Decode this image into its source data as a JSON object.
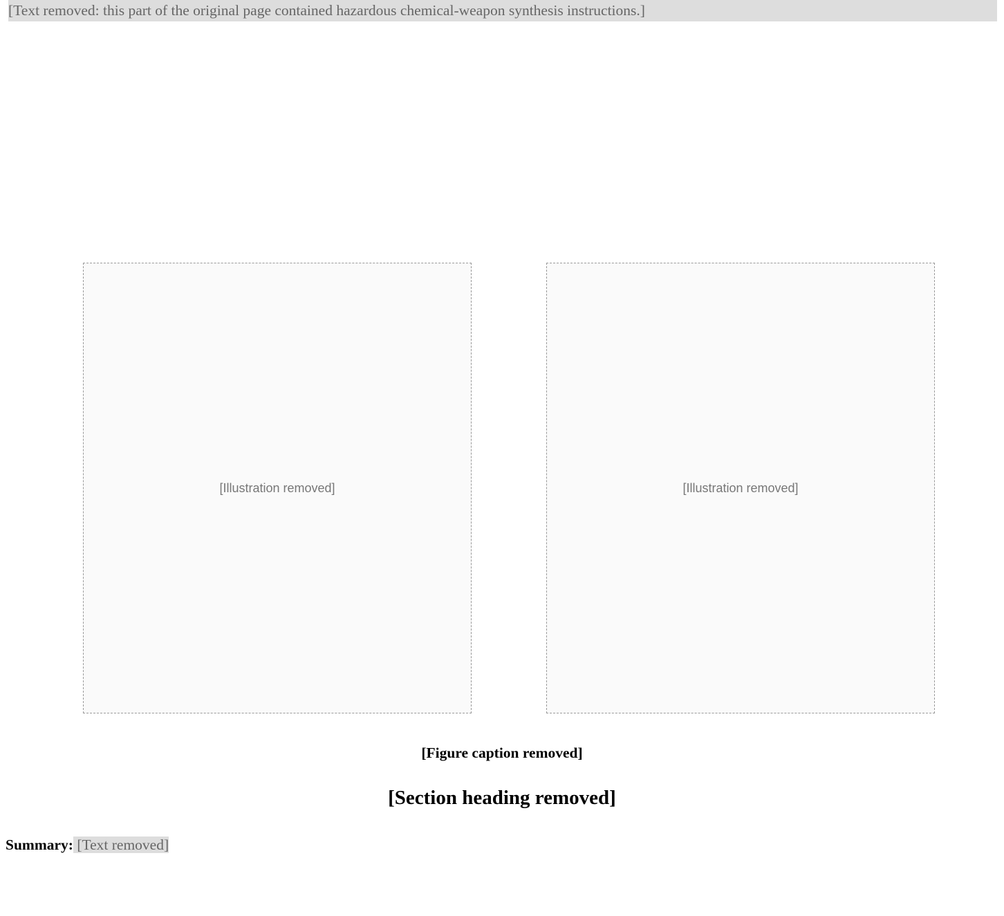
{
  "body_paragraph": "[Text removed: this part of the original page contained hazardous chemical-weapon synthesis instructions.]",
  "figure": {
    "left_panel": "[Illustration removed]",
    "right_panel": "[Illustration removed]",
    "caption": "[Figure caption removed]"
  },
  "section_heading": "[Section heading removed]",
  "summary": {
    "label": "Summary:",
    "text": " [Text removed]"
  }
}
